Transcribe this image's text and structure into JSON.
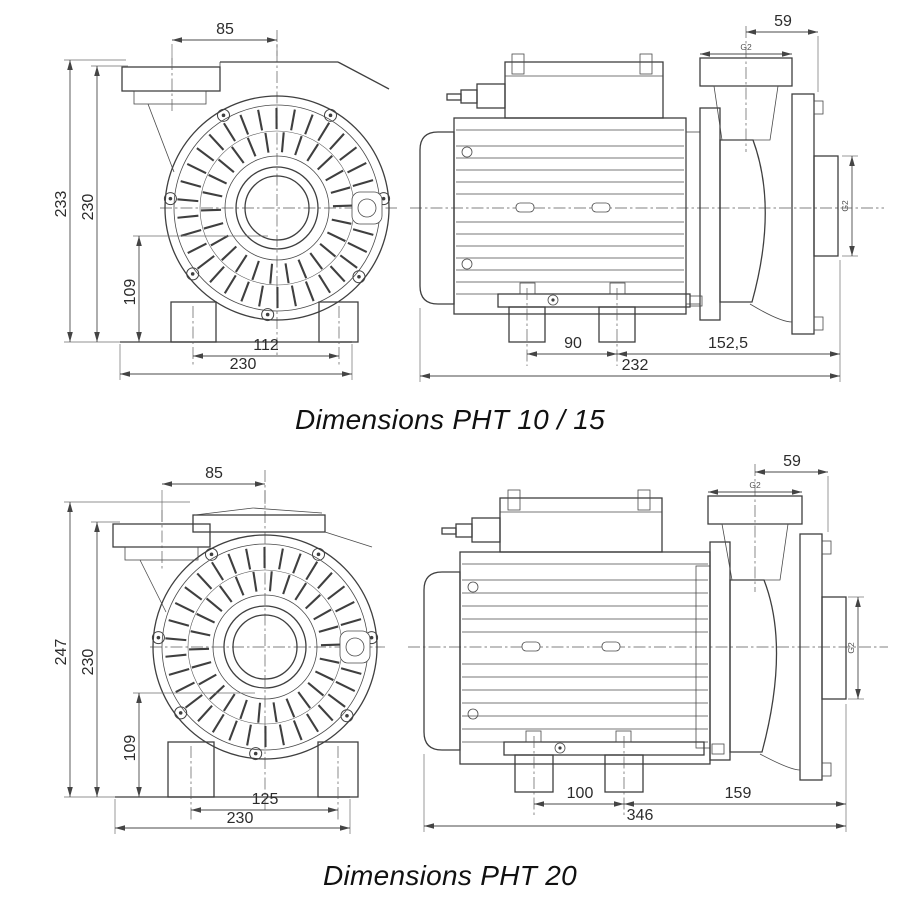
{
  "page": {
    "background": "#ffffff",
    "line_color": "#3f3f3f",
    "text_color": "#2c2c2c"
  },
  "figures": [
    {
      "title": "Dimensions PHT 10 / 15",
      "front": {
        "box_offset": "85",
        "overall_height": "233",
        "body_height": "230",
        "axis_height": "109",
        "foot_span": "112",
        "overall_width": "230"
      },
      "side": {
        "port_offset": "59",
        "port_thread": "G2",
        "side_port_thread": "G2",
        "foot_spacing": "90",
        "foot_to_flange": "152,5",
        "overall_length": "232"
      }
    },
    {
      "title": "Dimensions PHT 20",
      "front": {
        "box_offset": "85",
        "overall_height": "247",
        "body_height": "230",
        "axis_height": "109",
        "foot_span": "125",
        "overall_width": "230"
      },
      "side": {
        "port_offset": "59",
        "port_thread": "G2",
        "side_port_thread": "G2",
        "foot_spacing": "100",
        "foot_to_flange": "159",
        "overall_length": "346"
      }
    }
  ]
}
